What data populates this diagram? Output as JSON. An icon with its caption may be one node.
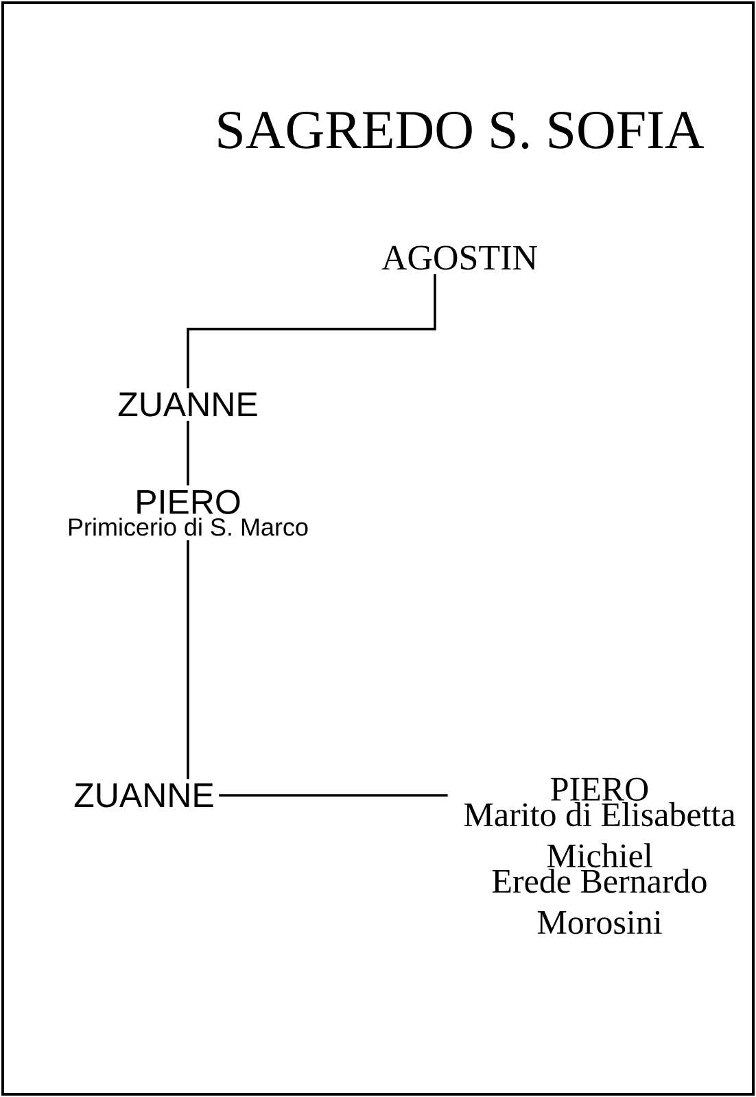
{
  "diagram": {
    "title": "SAGREDO S. SOFIA",
    "nodes": [
      {
        "text": [
          "AGOSTIN"
        ]
      },
      {
        "text": [
          "ZUANNE"
        ]
      },
      {
        "text": [
          "PIERO"
        ],
        "beside": [
          "Primicerio di S. Marco"
        ]
      },
      {
        "text": [
          "ZUANNE"
        ]
      },
      {
        "text": [
          "PIERO"
        ],
        "beside": [
          "Marito di Elisabetta Michiel",
          "Erede Bernardo Morosini"
        ]
      }
    ],
    "edges": [
      {
        "from": 0,
        "to": 1,
        "arrow": "none"
      },
      {
        "from": 1,
        "to": 2,
        "arrow": "none"
      },
      {
        "from": 2,
        "to": 3,
        "arrow": "none"
      },
      {
        "from": 3,
        "to": 4,
        "arrow": "none"
      }
    ]
  }
}
